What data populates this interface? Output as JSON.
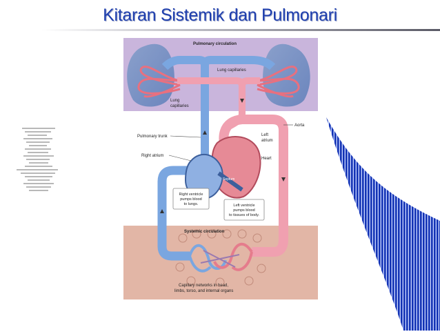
{
  "slide": {
    "title": "Kitaran Sistemik dan Pulmonari"
  },
  "diagram": {
    "pulmonary_title": "Pulmonary circulation",
    "lung_capillaries_top": "Lung capillaries",
    "lung_capillaries_left_1": "Lung",
    "lung_capillaries_left_2": "capillaries",
    "aorta": "Aorta",
    "pulmonary_trunk": "Pulmonary trunk",
    "left_atrium_1": "Left",
    "left_atrium_2": "atrium",
    "right_atrium": "Right atrium",
    "heart": "Heart",
    "septum": "Septum",
    "rv_1": "Right ventricle",
    "rv_2": "pumps blood",
    "rv_3": "to lungs.",
    "lv_1": "Left ventricle",
    "lv_2": "pumps blood",
    "lv_3": "to tissues of body.",
    "systemic_title": "Systemic circulation",
    "cap_1": "Capillary networks in head,",
    "cap_2": "limbs, torso, and internal organs"
  },
  "colors": {
    "title": "#1f3fae",
    "pulmonary_bg": "#c9b5dc",
    "systemic_bg": "#e2b6a6",
    "oxygenated": "#f0a0b0",
    "deoxygenated": "#7aa6e0",
    "deco_blue": "#1030b0"
  }
}
